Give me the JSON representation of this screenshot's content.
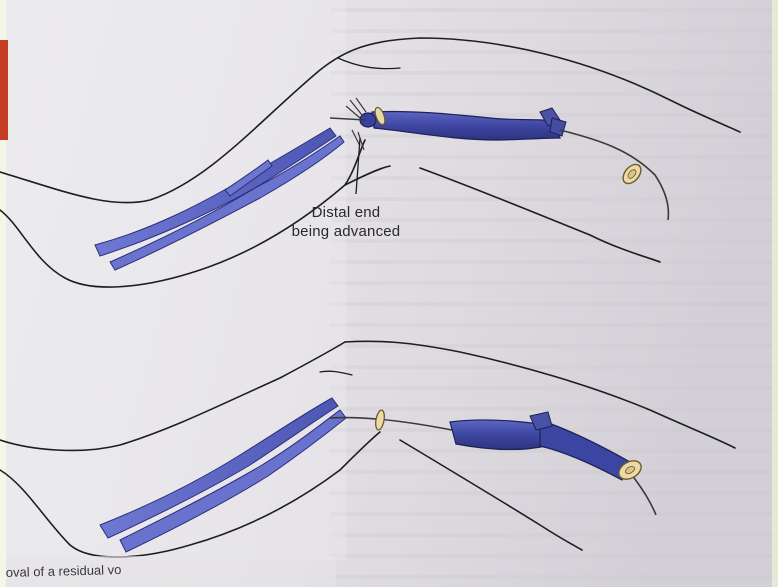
{
  "figure": {
    "annotation_line1": "Distal end",
    "annotation_line2": "being advanced",
    "caption_fragment": "oval of a residual vo"
  },
  "colors": {
    "vein": "#5a66c6",
    "vein_dark": "#3b3f8a",
    "page_bg": "#e9e6ea",
    "page_right": "#d6d2d8",
    "line": "#1f1f1f"
  }
}
